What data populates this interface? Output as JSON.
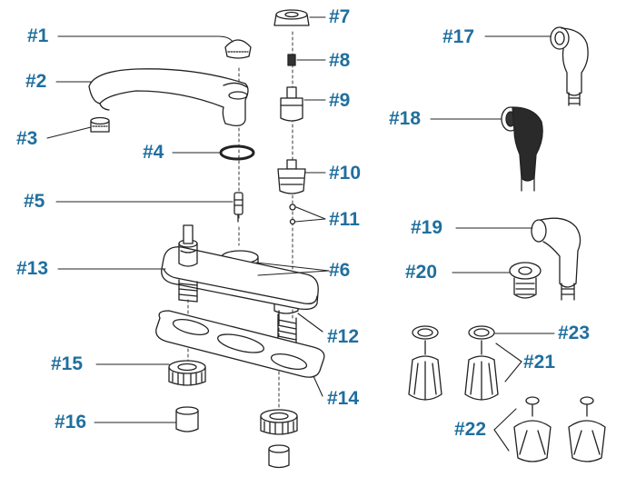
{
  "colors": {
    "label": "#1f6f9e",
    "line": "#222222",
    "part_fill": "#ffffff",
    "dark_part": "#2a2a2a"
  },
  "callouts": [
    {
      "id": "1",
      "text": "#1",
      "part": "aerator cap"
    },
    {
      "id": "2",
      "text": "#2",
      "part": "spout"
    },
    {
      "id": "3",
      "text": "#3",
      "part": "aerator"
    },
    {
      "id": "4",
      "text": "#4",
      "part": "o-ring"
    },
    {
      "id": "5",
      "text": "#5",
      "part": "diverter"
    },
    {
      "id": "6",
      "text": "#6",
      "part": "spout o-rings"
    },
    {
      "id": "7",
      "text": "#7",
      "part": "bonnet nut"
    },
    {
      "id": "8",
      "text": "#8",
      "part": "stem clip"
    },
    {
      "id": "9",
      "text": "#9",
      "part": "cartridge"
    },
    {
      "id": "10",
      "text": "#10",
      "part": "valve stem"
    },
    {
      "id": "11",
      "text": "#11",
      "part": "seats and springs"
    },
    {
      "id": "12",
      "text": "#12",
      "part": "valve body"
    },
    {
      "id": "13",
      "text": "#13",
      "part": "faucet body"
    },
    {
      "id": "14",
      "text": "#14",
      "part": "gasket"
    },
    {
      "id": "15",
      "text": "#15",
      "part": "mounting nut"
    },
    {
      "id": "16",
      "text": "#16",
      "part": "coupling nut"
    },
    {
      "id": "17",
      "text": "#17",
      "part": "sprayer white"
    },
    {
      "id": "18",
      "text": "#18",
      "part": "sprayer black"
    },
    {
      "id": "19",
      "text": "#19",
      "part": "pull-out sprayer"
    },
    {
      "id": "20",
      "text": "#20",
      "part": "sprayer base"
    },
    {
      "id": "21",
      "text": "#21",
      "part": "acrylic handles"
    },
    {
      "id": "22",
      "text": "#22",
      "part": "metal handles"
    },
    {
      "id": "23",
      "text": "#23",
      "part": "index caps"
    }
  ]
}
